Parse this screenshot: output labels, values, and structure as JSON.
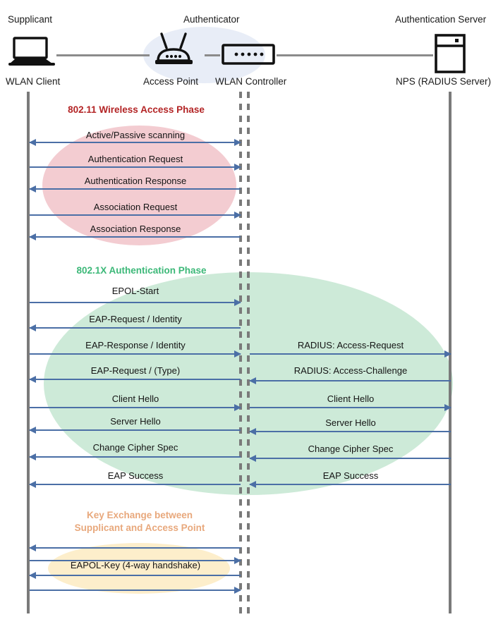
{
  "diagram": {
    "title": "802.1X / WPA2-Enterprise WLAN authentication sequence",
    "colors": {
      "arrow": "#4b6fa6",
      "lifeline": "#7a7a7a",
      "phase_wireless": "#b32425",
      "phase_8021x": "#3cb878",
      "phase_keyexchange": "#e8a87c",
      "ellipse_pink": "#f3ccd1",
      "ellipse_green": "#cdead8",
      "ellipse_amber": "#fdeecb",
      "authenticator_halo": "#e8edf7"
    }
  },
  "roles": [
    {
      "id": "supplicant",
      "label": "Supplicant"
    },
    {
      "id": "authenticator",
      "label": "Authenticator"
    },
    {
      "id": "auth_server",
      "label": "Authentication Server"
    }
  ],
  "nodes": [
    {
      "id": "wlan-client",
      "caption": "WLAN Client",
      "icon": "laptop-icon"
    },
    {
      "id": "access-point",
      "caption": "Access Point",
      "icon": "access-point-icon"
    },
    {
      "id": "wlan-controller",
      "caption": "WLAN Controller",
      "icon": "wlan-controller-icon"
    },
    {
      "id": "nps-server",
      "caption": "NPS (RADIUS Server)",
      "icon": "server-icon"
    }
  ],
  "phases": [
    {
      "id": "wireless-access",
      "title": "802.11 Wireless Access Phase"
    },
    {
      "id": "dot1x-auth",
      "title": "802.1X Authentication Phase"
    },
    {
      "id": "key-exchange",
      "title_line1": "Key Exchange between",
      "title_line2": "Supplicant and Access Point"
    }
  ],
  "messages_left": [
    {
      "label": "Active/Passive scanning",
      "direction": "both"
    },
    {
      "label": "Authentication Request",
      "direction": "right"
    },
    {
      "label": "Authentication Response",
      "direction": "left"
    },
    {
      "label": "Association Request",
      "direction": "right"
    },
    {
      "label": "Association Response",
      "direction": "left"
    },
    {
      "label": "EPOL-Start",
      "direction": "right"
    },
    {
      "label": "EAP-Request / Identity",
      "direction": "left"
    },
    {
      "label": "EAP-Response / Identity",
      "direction": "right"
    },
    {
      "label": "EAP-Request / (Type)",
      "direction": "left"
    },
    {
      "label": "Client Hello",
      "direction": "right"
    },
    {
      "label": "Server Hello",
      "direction": "left"
    },
    {
      "label": "Change Cipher Spec",
      "direction": "left"
    },
    {
      "label": "EAP Success",
      "direction": "left"
    },
    {
      "label": "",
      "direction": "left"
    },
    {
      "label": "EAPOL-Key (4-way handshake)",
      "direction": "right"
    },
    {
      "label": "",
      "direction": "left"
    },
    {
      "label": "",
      "direction": "right"
    }
  ],
  "messages_right": [
    {
      "label": "RADIUS: Access-Request",
      "direction": "right"
    },
    {
      "label": "RADIUS: Access-Challenge",
      "direction": "left"
    },
    {
      "label": "Client Hello",
      "direction": "right"
    },
    {
      "label": "Server Hello",
      "direction": "left"
    },
    {
      "label": "Change Cipher Spec",
      "direction": "left"
    },
    {
      "label": "EAP Success",
      "direction": "left"
    }
  ]
}
